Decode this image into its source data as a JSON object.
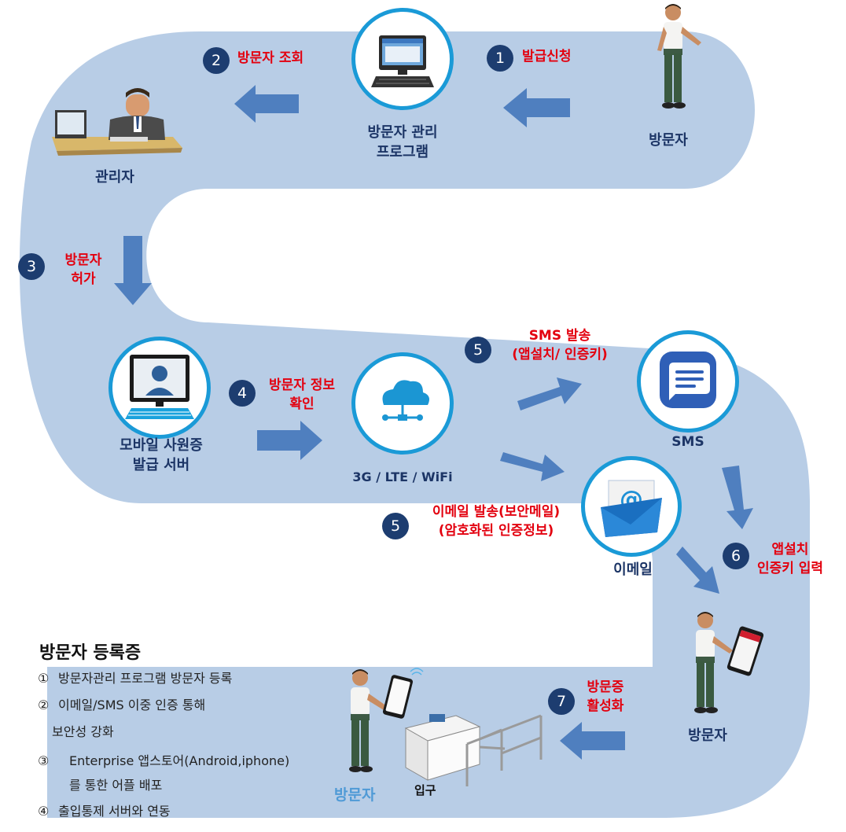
{
  "nodes": {
    "visitor_top": "방문자",
    "program_l1": "방문자 관리",
    "program_l2": "프로그램",
    "admin": "관리자",
    "server_l1": "모바일 사원증",
    "server_l2": "발급 서버",
    "network": "3G / LTE / WiFi",
    "sms": "SMS",
    "email": "이메일",
    "visitor_right": "방문자",
    "visitor_bottom": "방문자",
    "gate": "입구"
  },
  "steps": {
    "s1": {
      "num": "1",
      "text": "발급신청"
    },
    "s2": {
      "num": "2",
      "text": "방문자 조회"
    },
    "s3": {
      "num": "3",
      "l1": "방문자",
      "l2": "허가"
    },
    "s4": {
      "num": "4",
      "l1": "방문자 정보",
      "l2": "확인"
    },
    "s5a": {
      "num": "5",
      "l1": "SMS 발송",
      "l2": "(앱설치/ 인증키)"
    },
    "s5b": {
      "num": "5",
      "l1": "이메일 발송(보안메일)",
      "l2": "(암호화된 인증정보)"
    },
    "s6": {
      "num": "6",
      "l1": "앱설치",
      "l2": "인증키 입력"
    },
    "s7": {
      "num": "7",
      "l1": "방문증",
      "l2": "활성화"
    }
  },
  "notes": {
    "title": "방문자 등록증",
    "n1_mark": "①",
    "n1": "방문자관리 프로그램 방문자 등록",
    "n2_mark": "②",
    "n2a": "이메일/SMS 이중 인증 통해",
    "n2b": "보안성 강화",
    "n3_mark": "③",
    "n3a": "Enterprise 앱스토어(Android,iphone)",
    "n3b": "를 통한 어플 배포",
    "n4_mark": "④",
    "n4": "출입통제 서버와 연동"
  },
  "icons": [
    "computer-monitor-icon",
    "administrator-desk-icon",
    "server-screen-icon",
    "cloud-network-icon",
    "sms-message-icon",
    "email-at-icon",
    "turnstile-gate-icon",
    "visitor-person-icon"
  ],
  "colors": {
    "path": "#b8cde6",
    "arrow": "#4f7fbf",
    "ring": "#1a9ad7",
    "step_circle": "#1d3d70",
    "step_text": "#e3000f",
    "label": "#1c3566"
  }
}
